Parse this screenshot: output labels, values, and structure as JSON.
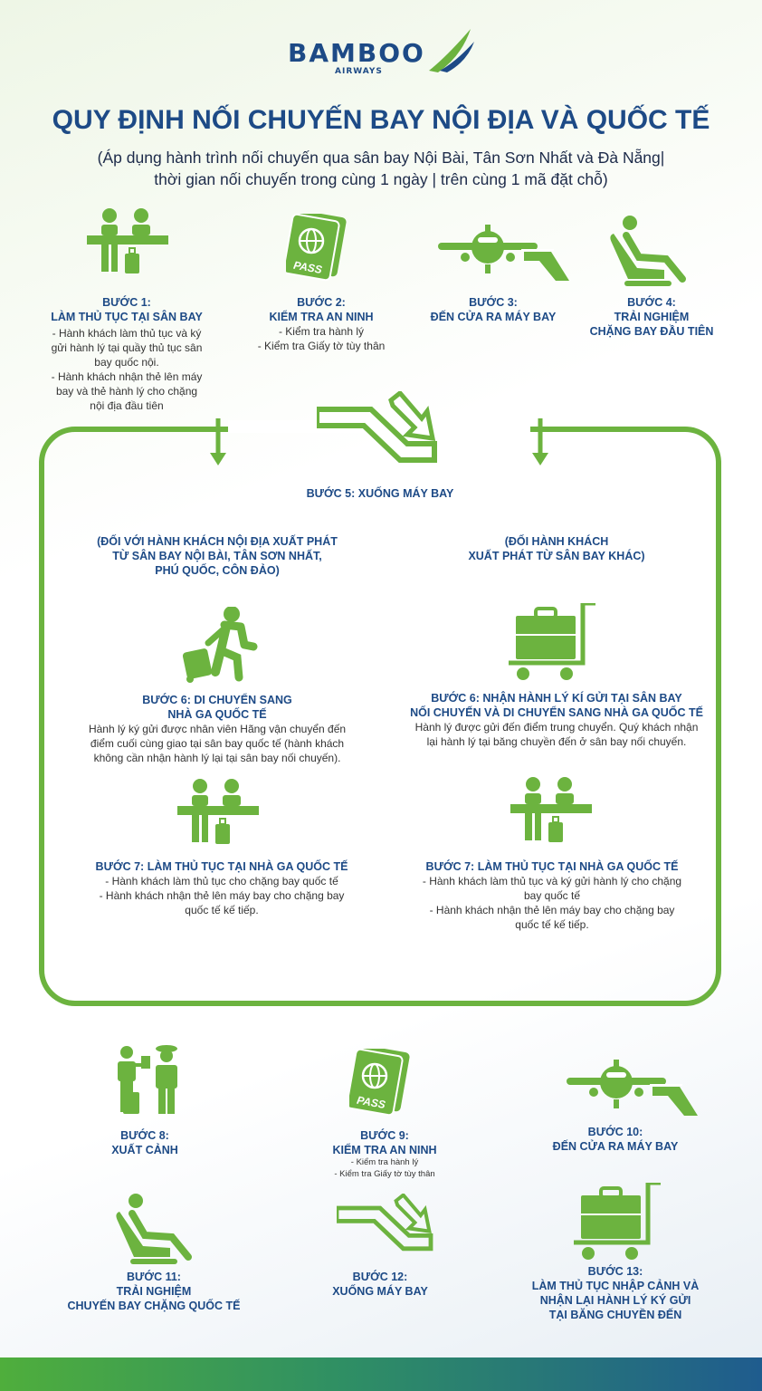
{
  "logo": {
    "name": "BAMBOO",
    "sub": "AIRWAYS"
  },
  "title": "QUY ĐỊNH NỐI CHUYẾN BAY NỘI ĐỊA VÀ QUỐC TẾ",
  "subtitle": {
    "line1": "(Áp dụng hành trình nối chuyến qua sân bay Nội Bài, Tân Sơn Nhất và Đà Nẵng|",
    "line2": "thời gian nối chuyến trong cùng 1 ngày | trên cùng 1 mã đặt chỗ)"
  },
  "colors": {
    "primary": "#1d4a86",
    "accent": "#6cb33f"
  },
  "steps": {
    "s1": {
      "title1": "BƯỚC 1:",
      "title2": "LÀM THỦ TỤC TẠI SÂN BAY",
      "d1": "- Hành khách làm thủ tục và ký",
      "d2": "gửi hành lý tại quầy thủ tục sân",
      "d3": "bay quốc nội.",
      "d4": "- Hành khách nhận thẻ lên máy",
      "d5": "bay và thẻ hành lý cho chặng",
      "d6": "nội địa đầu tiên",
      "icon": "checkin-counter-icon"
    },
    "s2": {
      "title1": "BƯỚC 2:",
      "title2": "KIỂM TRA AN NINH",
      "d1": "- Kiểm tra hành lý",
      "d2": "- Kiểm tra Giấy tờ tùy thân",
      "icon": "passport-icon"
    },
    "s3": {
      "title1": "BƯỚC 3:",
      "title2": "ĐẾN CỬA RA MÁY BAY",
      "icon": "airplane-gate-icon"
    },
    "s4": {
      "title1": "BƯỚC 4:",
      "title2": "TRẢI NGHIỆM",
      "title3": "CHẶNG BAY ĐẦU TIÊN",
      "icon": "seat-icon"
    },
    "s5": {
      "title": "BƯỚC 5: XUỐNG MÁY BAY",
      "icon": "stairs-down-icon"
    },
    "branch_left": {
      "l1": "(ĐỐI VỚI HÀNH KHÁCH NỘI ĐỊA XUẤT PHÁT",
      "l2": "TỪ SÂN BAY NỘI BÀI, TÂN SƠN NHẤT,",
      "l3": "PHÚ QUỐC, CÔN ĐẢO)"
    },
    "branch_right": {
      "l1": "(ĐỐI  HÀNH KHÁCH",
      "l2": "XUẤT PHÁT TỪ SÂN BAY KHÁC)"
    },
    "s6a": {
      "title1": "BƯỚC 6: DI CHUYỂN SANG",
      "title2": "NHÀ GA QUỐC TẾ",
      "d1": "Hành lý ký gửi được nhân viên Hãng vận chuyển đến",
      "d2": "điểm cuối cùng giao tại sân bay quốc tế (hành khách",
      "d3": "không cần nhận hành lý lại tại sân bay nối chuyến).",
      "icon": "walking-traveler-icon"
    },
    "s6b": {
      "title1": "BƯỚC 6: NHẬN HÀNH LÝ KÍ GỬI TẠI SÂN BAY",
      "title2": "NỐI CHUYẾN VÀ DI CHUYỂN SANG NHÀ GA QUỐC TẾ",
      "d1": "Hành lý được gửi đến điểm trung chuyển. Quý khách nhận",
      "d2": "lại hành lý tại băng chuyền đến ở sân bay nối chuyến.",
      "icon": "luggage-cart-icon"
    },
    "s7a": {
      "title": "BƯỚC 7: LÀM THỦ TỤC TẠI NHÀ GA QUỐC TẾ",
      "d1": "- Hành khách làm thủ tục cho chặng bay quốc tế",
      "d2": "- Hành khách nhận thẻ lên máy bay cho chặng bay",
      "d3": "quốc tế kế tiếp.",
      "icon": "checkin-counter-icon"
    },
    "s7b": {
      "title": "BƯỚC 7: LÀM THỦ TỤC TẠI NHÀ GA QUỐC TẾ",
      "d1": "- Hành khách làm thủ tục và ký gửi hành lý cho chặng",
      "d2": "bay quốc tế",
      "d3": "- Hành khách nhận thẻ lên máy bay cho chặng bay",
      "d4": "quốc tế kế tiếp.",
      "icon": "checkin-counter-icon"
    },
    "s8": {
      "title1": "BƯỚC 8:",
      "title2": "XUẤT CẢNH",
      "icon": "immigration-officer-icon"
    },
    "s9": {
      "title1": "BƯỚC 9:",
      "title2": "KIỂM TRA AN NINH",
      "d1": "- Kiểm tra hành lý",
      "d2": "- Kiểm tra Giấy tờ tùy thân",
      "icon": "passport-icon"
    },
    "s10": {
      "title1": "BƯỚC 10:",
      "title2": "ĐẾN CỬA RA MÁY BAY",
      "icon": "airplane-gate-icon"
    },
    "s11": {
      "title1": "BƯỚC 11:",
      "title2": "TRẢI NGHIỆM",
      "title3": "CHUYẾN BAY CHẶNG QUỐC TẾ",
      "icon": "seat-icon"
    },
    "s12": {
      "title1": "BƯỚC 12:",
      "title2": "XUỐNG MÁY BAY",
      "icon": "stairs-down-icon"
    },
    "s13": {
      "title1": "BƯỚC 13:",
      "title2": "LÀM THỦ TỤC NHẬP CẢNH VÀ",
      "title3": "NHẬN LẠI HÀNH LÝ KÝ GỬI",
      "title4": "TẠI BĂNG CHUYỀN ĐẾN",
      "icon": "luggage-cart-icon"
    }
  },
  "passport_label": "PASS"
}
